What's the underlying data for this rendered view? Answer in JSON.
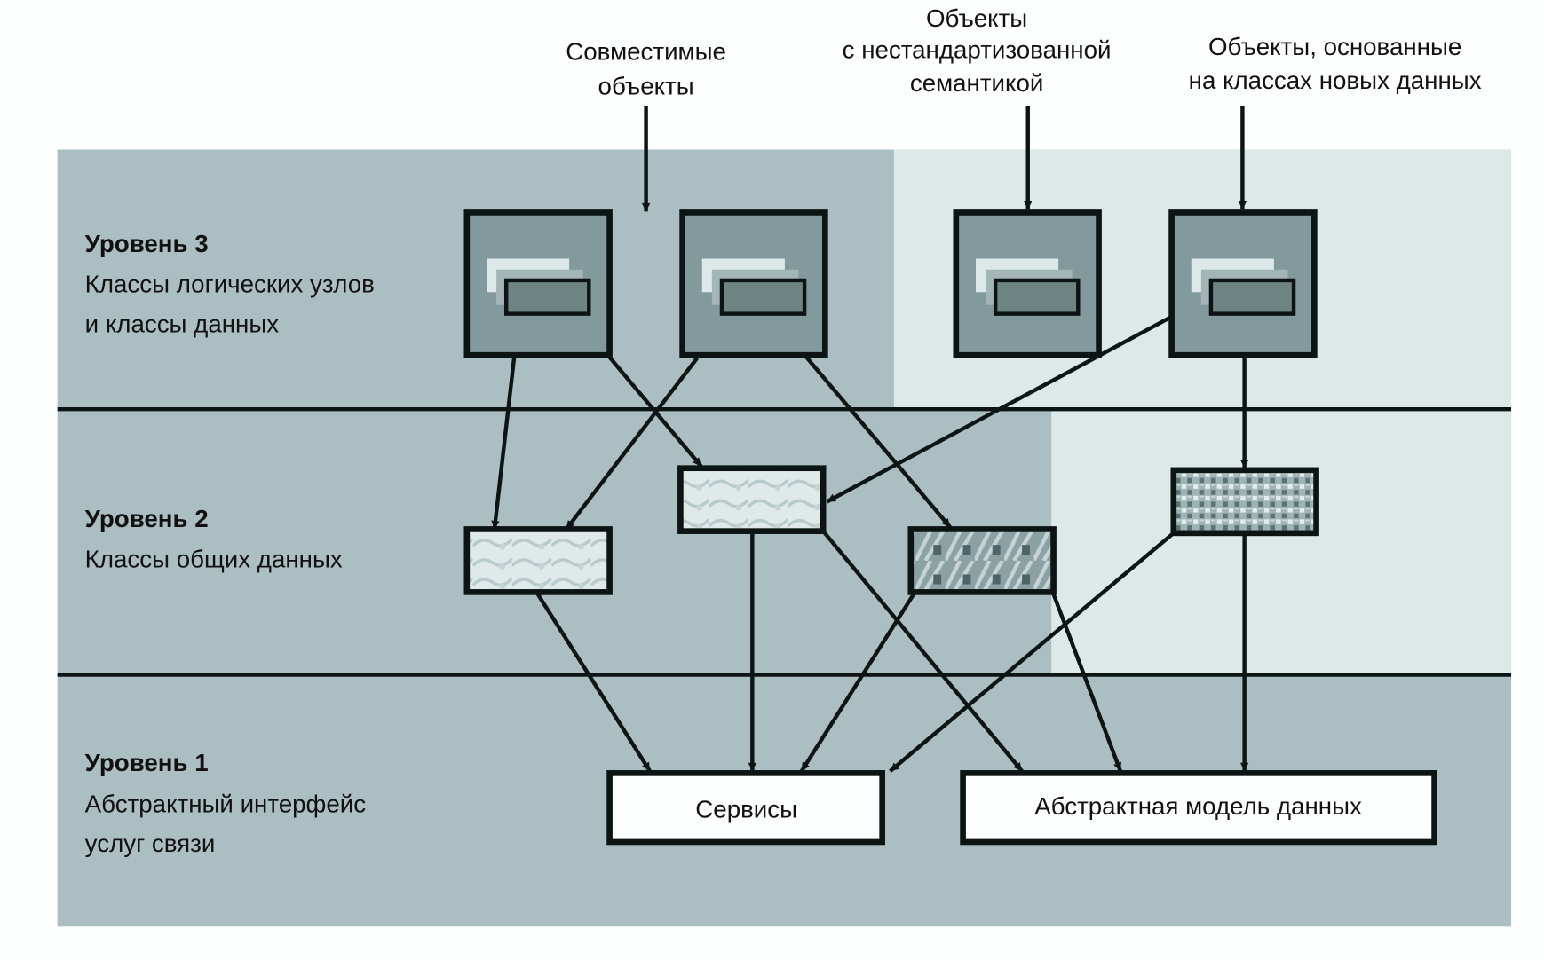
{
  "colors": {
    "panel_dark": "#abbfc2",
    "panel_light": "#dde8e9",
    "node_fill": "#839a9c",
    "node_inner": "#6f8584",
    "stroke": "#0d1514",
    "box_white": "#fdfefe"
  },
  "top_captions": [
    {
      "id": "compatible",
      "lines": [
        "Совместимые",
        "объекты"
      ]
    },
    {
      "id": "nonstandard",
      "lines": [
        "Объекты",
        "с нестандартизованной",
        "семантикой"
      ]
    },
    {
      "id": "new-data",
      "lines": [
        "Объекты, основанные",
        "на классах новых данных"
      ]
    }
  ],
  "levels": [
    {
      "title": "Уровень 3",
      "desc": [
        "Классы логических узлов",
        "и классы данных"
      ]
    },
    {
      "title": "Уровень 2",
      "desc": [
        "Классы общих данных"
      ]
    },
    {
      "title": "Уровень 1",
      "desc": [
        "Абстрактный интерфейс",
        "услуг связи"
      ]
    }
  ],
  "level1_boxes": {
    "services": "Сервисы",
    "abstract_model": "Абстрактная модель данных"
  },
  "level3_nodes": [
    "logical-node-1",
    "logical-node-2",
    "logical-node-3",
    "logical-node-4"
  ],
  "level2_nodes": [
    "common-data-class-1",
    "common-data-class-2",
    "common-data-class-3",
    "common-data-class-4"
  ]
}
